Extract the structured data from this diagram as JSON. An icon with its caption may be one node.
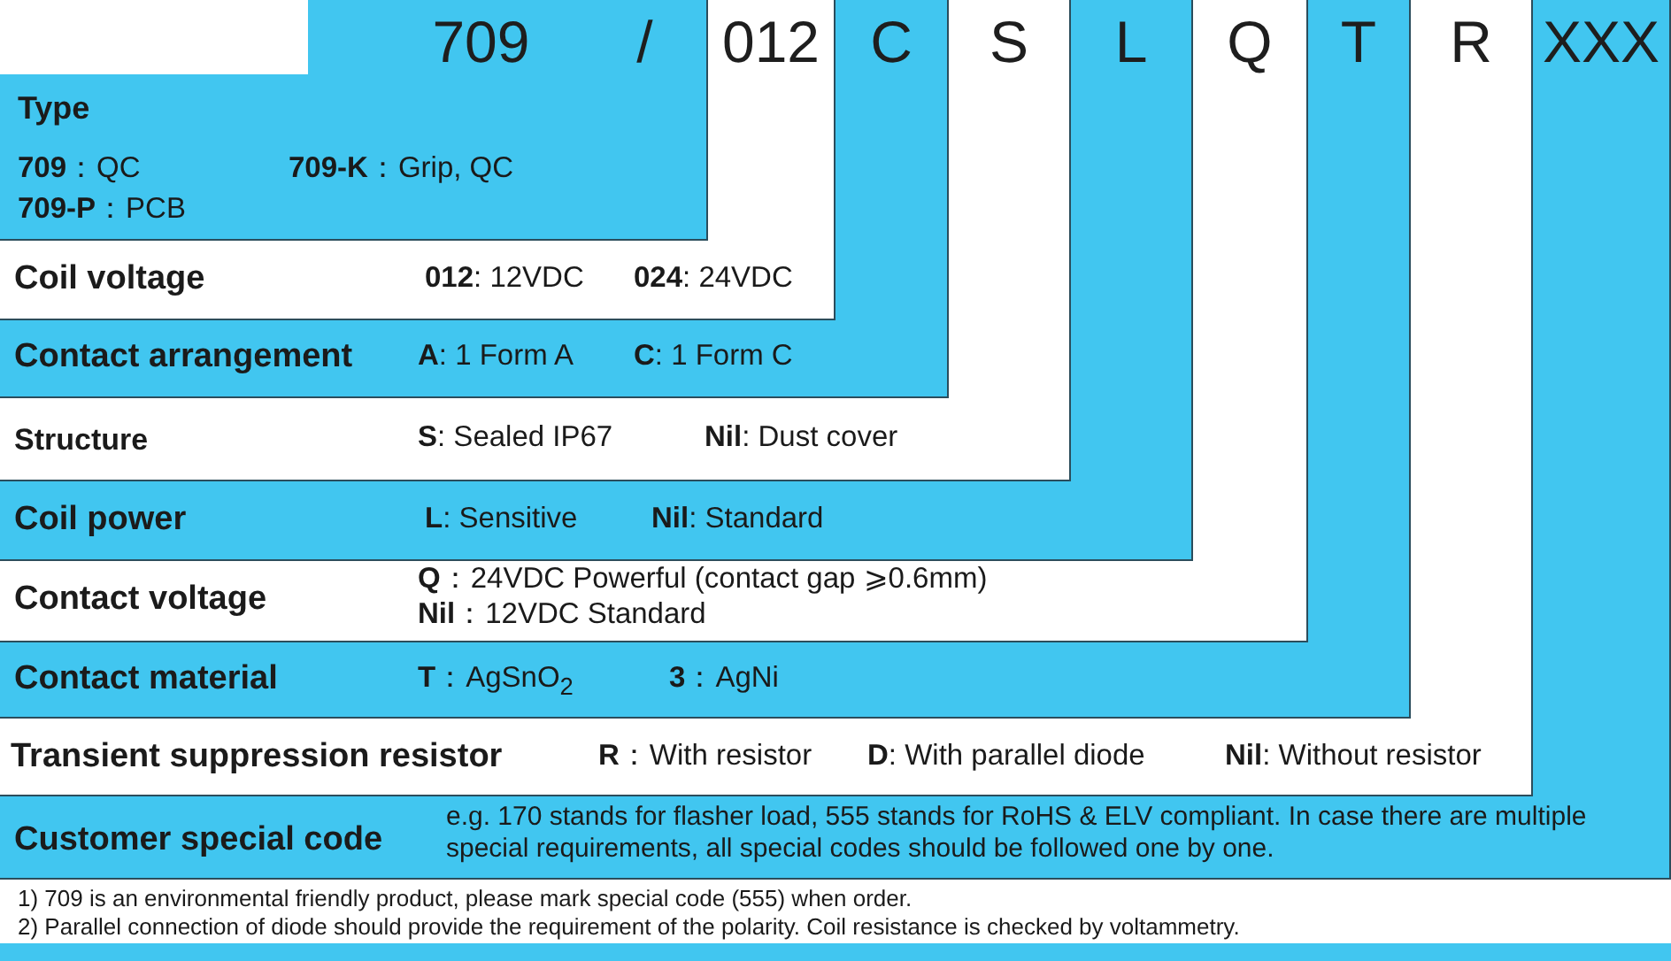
{
  "diagram": {
    "nodes": [
      {
        "text": [
          "709",
          "/"
        ]
      },
      {
        "text": [
          "012"
        ]
      },
      {
        "text": [
          "C"
        ]
      },
      {
        "text": [
          "S"
        ]
      },
      {
        "text": [
          "L"
        ]
      },
      {
        "text": [
          "Q"
        ]
      },
      {
        "text": [
          "T"
        ]
      },
      {
        "text": [
          "R"
        ]
      },
      {
        "text": [
          "XXX"
        ]
      },
      {
        "text": [
          "Type",
          "**709**：QC",
          "**709-K**：Grip,  QC",
          "**709-P**：PCB"
        ]
      },
      {
        "text": [
          "Coil voltage",
          "**012**: 12VDC",
          "**024**: 24VDC"
        ]
      },
      {
        "text": [
          "Contact arrangement",
          "**A**: 1 Form A",
          "**C**:  1 Form C"
        ]
      },
      {
        "text": [
          "Structure",
          "**S**:  Sealed IP67",
          "**Nil**: Dust cover"
        ]
      },
      {
        "text": [
          "Coil power",
          "**L**: Sensitive",
          "**Nil**: Standard"
        ]
      },
      {
        "text": [
          "Contact voltage",
          "**Q**：24VDC  Powerful (contact gap ⩾0.6mm)",
          "**Nil**：12VDC  Standard"
        ]
      },
      {
        "text": [
          "Contact material",
          "**T**：AgSnO$_{2}$",
          "**3**：AgNi"
        ]
      },
      {
        "text": [
          "Transient suppression resistor",
          "**R**：With resistor",
          "**D**:  With parallel diode",
          "**Nil**: Without resistor"
        ]
      },
      {
        "text": [
          "Customer special code",
          "e.g. 170 stands for flasher load, 555 stands for RoHS & ELV compliant. In case there are multiple special requirements, all special codes should be followed one by one."
        ]
      }
    ],
    "labels": [
      "1)  709 is an environmental  friendly product, please mark special code (555) when order.",
      "2)  Parallel connection of diode should provide the requirement of the polarity. Coil resistance is checked by voltammetry."
    ]
  }
}
